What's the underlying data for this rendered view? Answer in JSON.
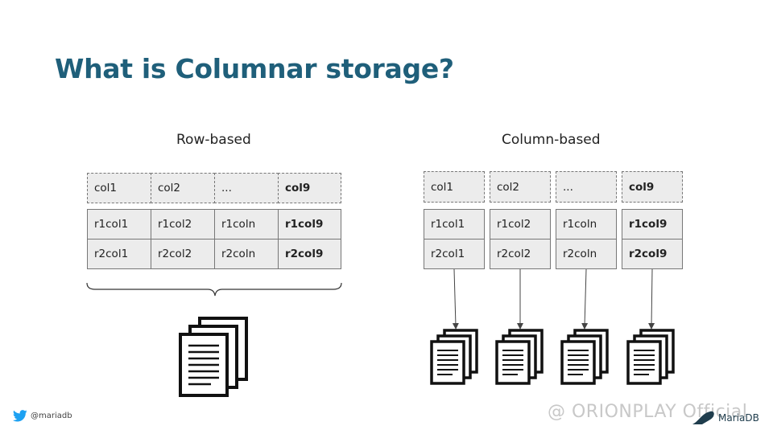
{
  "title": "What is Columnar storage?",
  "row_based": {
    "label": "Row-based",
    "header": [
      "col1",
      "col2",
      "...",
      "col9"
    ],
    "rows": [
      [
        "r1col1",
        "r1col2",
        "r1coln",
        "r1col9"
      ],
      [
        "r2col1",
        "r2col2",
        "r2coln",
        "r2col9"
      ]
    ]
  },
  "column_based": {
    "label": "Column-based",
    "header": [
      "col1",
      "col2",
      "...",
      "col9"
    ],
    "rows": [
      [
        "r1col1",
        "r1col2",
        "r1coln",
        "r1col9"
      ],
      [
        "r2col1",
        "r2col2",
        "r2coln",
        "r2col9"
      ]
    ]
  },
  "footer": {
    "handle": "@mariadb",
    "watermark": "@ ORIONPLAY Official",
    "logo_text": "MariaDB"
  },
  "colors": {
    "title": "#1f5f7a",
    "cell_fill": "#ececec",
    "border": "#777777",
    "twitter": "#1da1f2"
  },
  "icons": [
    "twitter-icon",
    "document-stack-icon",
    "mariadb-seal-logo"
  ]
}
